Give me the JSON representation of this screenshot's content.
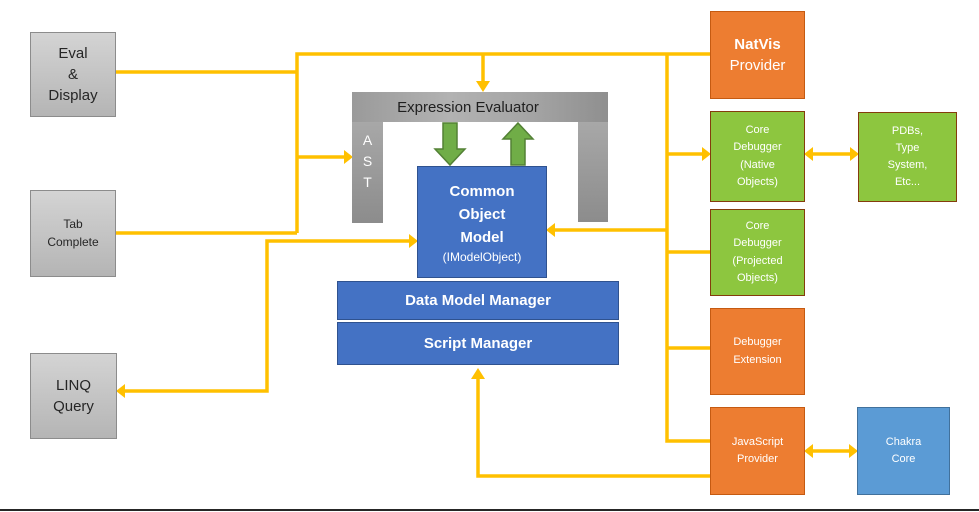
{
  "colors": {
    "connector": "#FFC000",
    "green_arrow_fill": "#70AD47",
    "green_arrow_border": "#538135",
    "gray_box": "#C9C9C9",
    "gray_box_border": "#8C8C8C",
    "blue_box": "#4472C4",
    "blue_box_border": "#2F528F",
    "orange_box": "#ED7D31",
    "orange_box_border": "#C55A11",
    "green_box": "#8DC63F",
    "green_box_border": "#843C0C",
    "light_blue_box": "#5B9BD5",
    "light_blue_box_border": "#41719C"
  },
  "boxes": {
    "eval_display": {
      "lines": [
        "Eval",
        "&",
        "Display"
      ]
    },
    "tab_complete": {
      "lines": [
        "Tab",
        "Complete"
      ]
    },
    "linq_query": {
      "lines": [
        "LINQ",
        "Query"
      ]
    },
    "ast": {
      "letters": [
        "A",
        "S",
        "T"
      ]
    },
    "expression_evaluator": {
      "label": "Expression Evaluator"
    },
    "common_object_model": {
      "lines": [
        "Common",
        "Object",
        "Model"
      ],
      "sub": "(IModelObject)"
    },
    "data_model_manager": {
      "label": "Data Model Manager"
    },
    "script_manager": {
      "label": "Script Manager"
    },
    "natvis_provider": {
      "title": "NatVis",
      "subtitle": "Provider"
    },
    "core_debugger_native": {
      "lines": [
        "Core",
        "Debugger",
        "(Native",
        "Objects)"
      ]
    },
    "core_debugger_projected": {
      "lines": [
        "Core",
        "Debugger",
        "(Projected",
        "Objects)"
      ]
    },
    "debugger_extension": {
      "lines": [
        "Debugger",
        "Extension"
      ]
    },
    "javascript_provider": {
      "lines": [
        "JavaScript",
        "Provider"
      ]
    },
    "pdbs_type_system": {
      "lines": [
        "PDBs,",
        "Type",
        "System,",
        "Etc..."
      ]
    },
    "chakra_core": {
      "lines": [
        "Chakra",
        "Core"
      ]
    }
  }
}
